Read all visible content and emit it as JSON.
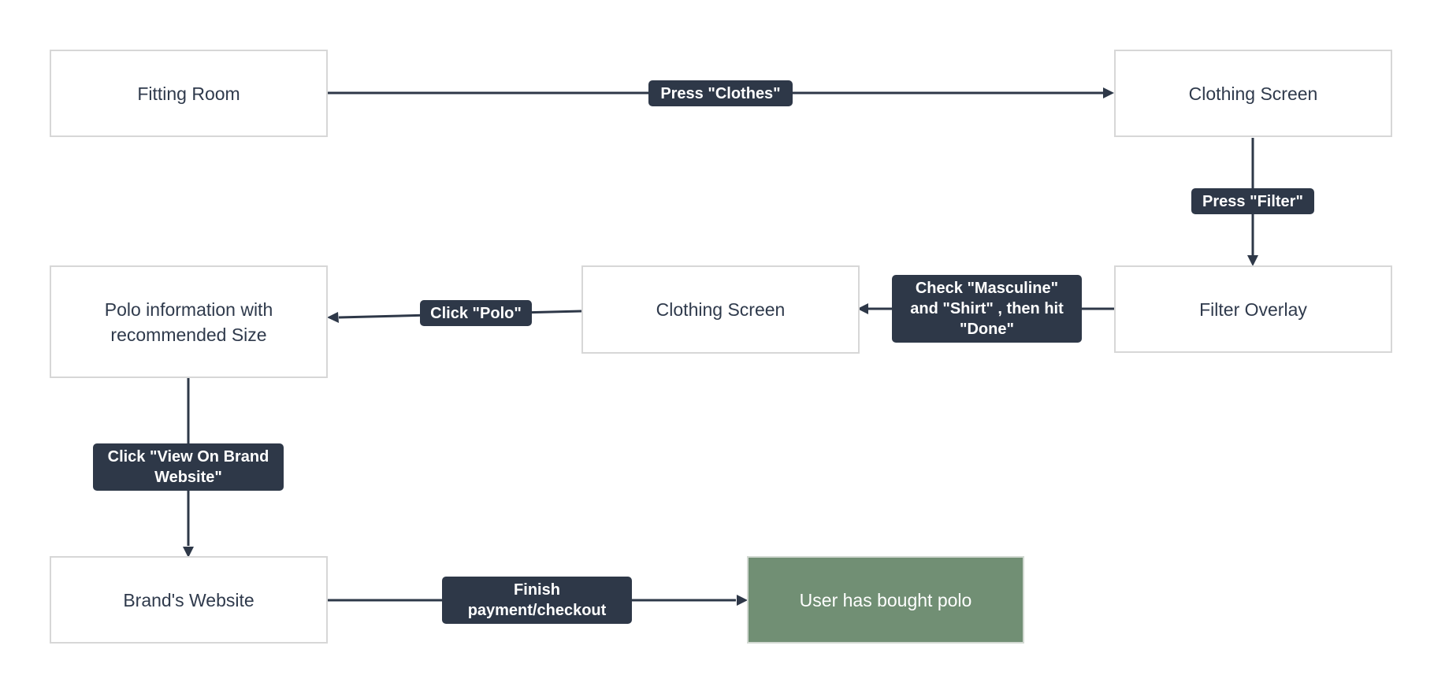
{
  "colors": {
    "edge": "#2e3848",
    "label_bg": "#2e3848",
    "node_border": "#d7d7d7",
    "node_text": "#2f3a4c",
    "final_node_bg": "#718f74"
  },
  "nodes": {
    "fitting_room": "Fitting Room",
    "clothing_screen_1": "Clothing Screen",
    "filter_overlay": "Filter Overlay",
    "clothing_screen_2": "Clothing Screen",
    "polo_info": "Polo information with recommended Size",
    "brands_website": "Brand's Website",
    "user_bought": "User has bought polo"
  },
  "edges": {
    "press_clothes": "Press \"Clothes\"",
    "press_filter": "Press \"Filter\"",
    "check_masculine": "Check \"Masculine\"\nand \"Shirt\" , then hit\n\"Done\"",
    "click_polo": "Click \"Polo\"",
    "click_view_brand": "Click \"View On Brand\nWebsite\"",
    "finish_payment": "Finish\npayment/checkout"
  }
}
